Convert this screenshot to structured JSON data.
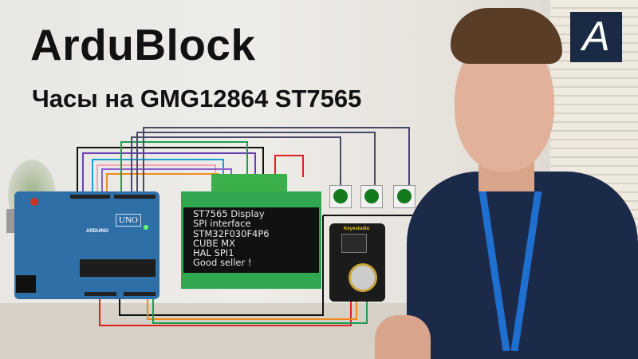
{
  "title": "ArduBlock",
  "subtitle": "Часы на GMG12864 ST7565",
  "logo": "A",
  "arduino": {
    "board_label": "UNO",
    "brand": "ARDUINO"
  },
  "lcd": {
    "lines": [
      "ST7565 Display",
      "SPI interface",
      "STM32F030F4P6",
      "CUBE MX",
      "HAL SPI1",
      "Good seller !"
    ]
  },
  "rtc": {
    "brand": "Keyestudio"
  },
  "colors": {
    "logo_bg": "#1a2a44",
    "arduino": "#2f6fa8",
    "lcd_pcb": "#31a850",
    "button": "#137a1d"
  }
}
